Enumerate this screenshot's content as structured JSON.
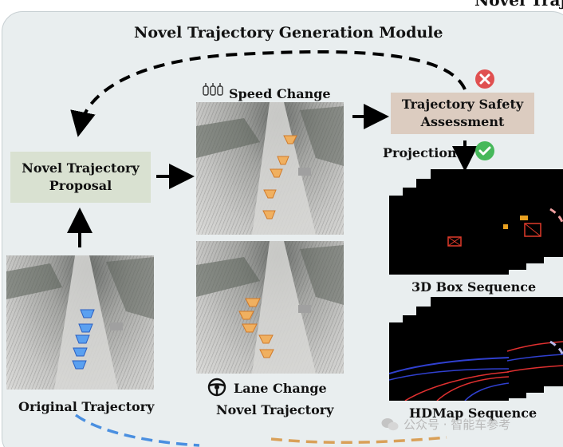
{
  "header": {
    "clipped_title": "Novel Traj"
  },
  "module": {
    "title": "Novel Trajectory Generation Module"
  },
  "proposal": {
    "line1": "Novel Trajectory",
    "line2": "Proposal"
  },
  "safety": {
    "line1": "Trajectory Safety",
    "line2": "Assessment"
  },
  "labels": {
    "speed_change": "Speed Change",
    "lane_change": "Lane Change",
    "novel_trajectory": "Novel Trajectory",
    "original_trajectory": "Original Trajectory",
    "projection": "Projection",
    "box_sequence": "3D Box Sequence",
    "hdmap_sequence": "HDMap Sequence"
  },
  "watermark": "公众号 · 智能车参考",
  "icons": [
    "speedometer-icon",
    "steering-wheel-icon",
    "reject-x-icon",
    "accept-check-icon",
    "wechat-icon"
  ],
  "colors": {
    "original_boxes": "#3f8ae0",
    "novel_boxes": "#e6a24a",
    "reject": "#e05050",
    "accept": "#46b85a",
    "curve_blue": "#4a8fe0",
    "curve_orange": "#d9a058"
  }
}
